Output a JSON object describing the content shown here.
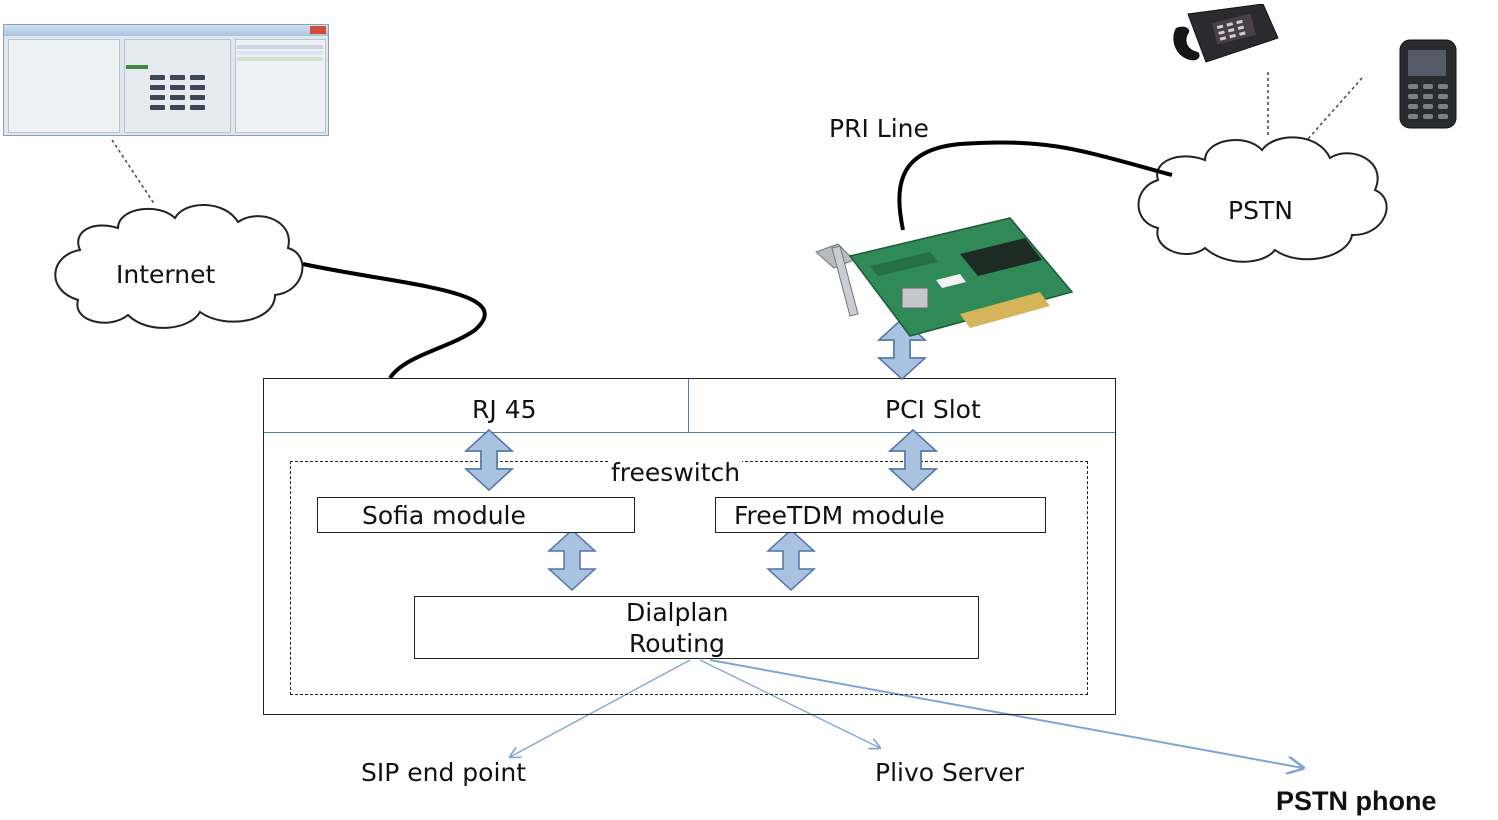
{
  "labels": {
    "internet": "Internet",
    "pri_line": "PRI Line",
    "pstn": "PSTN",
    "rj45": "RJ 45",
    "pci_slot": "PCI Slot",
    "freeswitch": "freeswitch",
    "sofia_module": "Sofia module",
    "freetdm_module": "FreeTDM module",
    "dialplan": "Dialplan",
    "routing": "Routing",
    "sip_end_point": "SIP end point",
    "plivo_server": "Plivo Server",
    "pstn_phone": "PSTN phone"
  },
  "colors": {
    "arrow_fill": "#a9c2e0",
    "arrow_stroke": "#4f74a8",
    "routing_lines": "#7ea5d4",
    "divider": "#4f81bd",
    "card_pcb": "#2f8a57",
    "bracket": "#b7bcc2"
  },
  "icons": {
    "softphone": "softphone-window-icon",
    "desk_phone": "desk-phone-icon",
    "mobile_phone": "mobile-phone-icon",
    "pci_card": "pci-card-icon"
  }
}
